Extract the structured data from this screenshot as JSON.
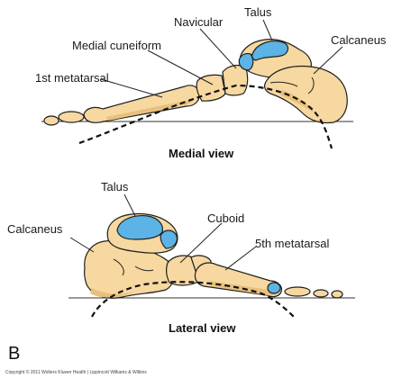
{
  "medial": {
    "title": "Medial view",
    "labels": {
      "talus": "Talus",
      "navicular": "Navicular",
      "calcaneus": "Calcaneus",
      "medial_cuneiform": "Medial cuneiform",
      "first_metatarsal": "1st metatarsal"
    }
  },
  "lateral": {
    "title": "Lateral view",
    "labels": {
      "talus": "Talus",
      "calcaneus": "Calcaneus",
      "cuboid": "Cuboid",
      "fifth_metatarsal": "5th metatarsal"
    }
  },
  "panel_letter": "B",
  "copyright": "Copyright © 2011 Wolters Kluwer Health | Lippincott Williams & Wilkins",
  "colors": {
    "bone": "#f6d8a0",
    "cartilage": "#5cb3e6"
  }
}
